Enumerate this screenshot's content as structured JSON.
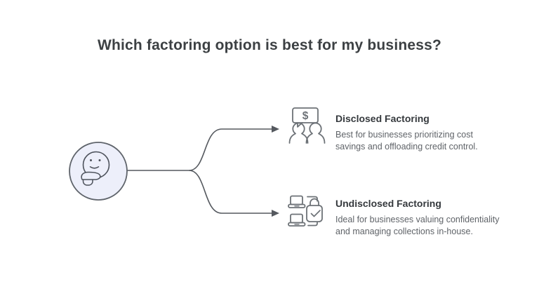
{
  "title": "Which factoring option is best for my business?",
  "decision": {
    "icon": "thinking-face-icon"
  },
  "options": [
    {
      "icon": "clients-dollar-chat-icon",
      "icon_symbol": "$",
      "title": "Disclosed Factoring",
      "description": "Best for businesses prioritizing cost\nsavings and offloading credit control."
    },
    {
      "icon": "secure-laptops-lock-icon",
      "title": "Undisclosed Factoring",
      "description": "Ideal for businesses valuing confidentiality\nand managing collections in-house."
    }
  ],
  "colors": {
    "background": "#ffffff",
    "title_text": "#3c4043",
    "heading_text": "#35393d",
    "body_text": "#5f6368",
    "connector_line": "#55595f",
    "node_fill": "#edeffa",
    "icon_stroke": "#6d7277"
  }
}
